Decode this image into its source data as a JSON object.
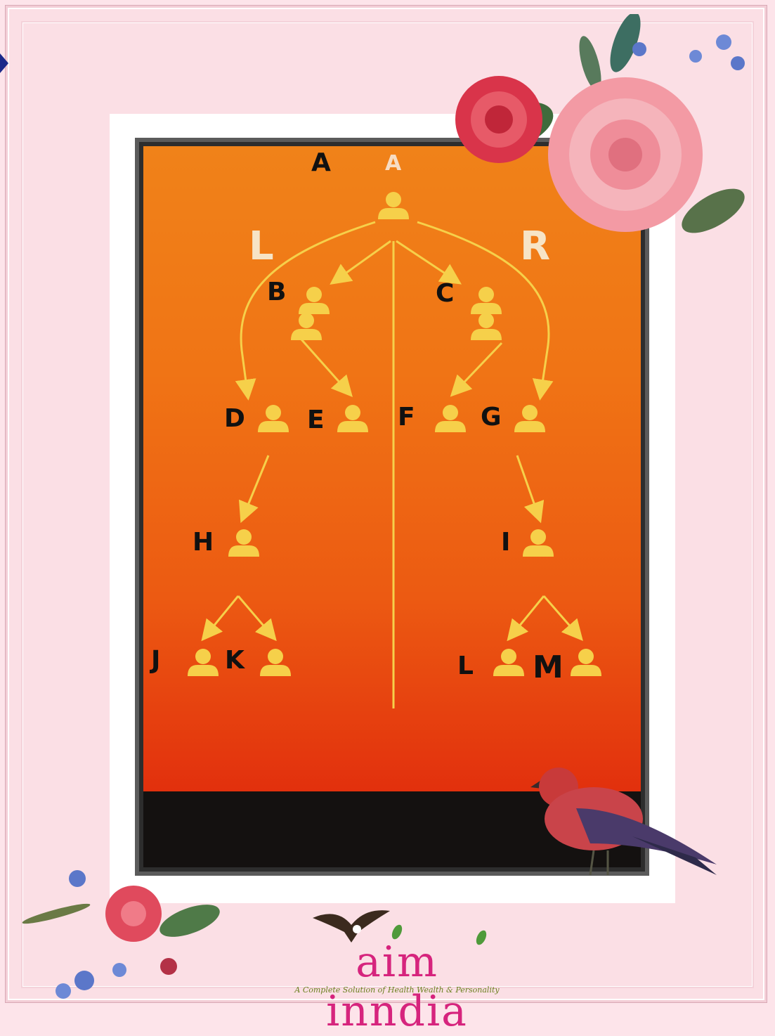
{
  "diagram": {
    "top_label": "A",
    "sides": {
      "left": "L",
      "right": "R"
    },
    "nodes": [
      {
        "id": "A",
        "label": "A"
      },
      {
        "id": "B",
        "label": "B"
      },
      {
        "id": "C",
        "label": "C"
      },
      {
        "id": "D",
        "label": "D"
      },
      {
        "id": "E",
        "label": "E"
      },
      {
        "id": "F",
        "label": "F"
      },
      {
        "id": "G",
        "label": "G"
      },
      {
        "id": "H",
        "label": "H"
      },
      {
        "id": "I",
        "label": "I"
      },
      {
        "id": "J",
        "label": "J"
      },
      {
        "id": "K",
        "label": "K"
      },
      {
        "id": "L",
        "label": "L"
      },
      {
        "id": "M",
        "label": "M"
      }
    ]
  },
  "logo": {
    "name": "aim inndia",
    "tagline": "A Complete Solution of Health Wealth & Personality"
  },
  "colors": {
    "background": "#fde4ea",
    "tree_lines": "#f6d04a",
    "logo": "#d6247d",
    "tagline": "#6a7f1e"
  }
}
